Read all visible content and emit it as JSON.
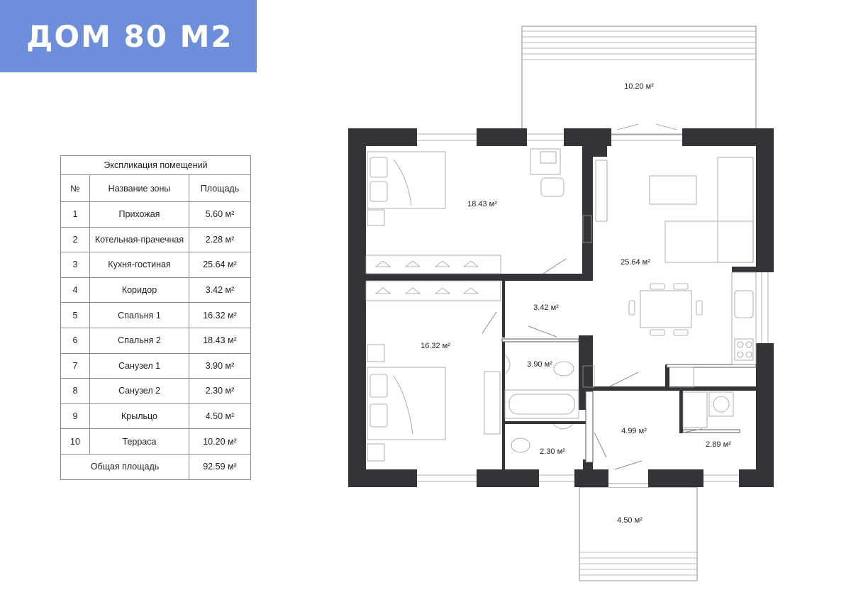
{
  "banner": {
    "title": "ДОМ 80 М2",
    "color": "#6d8fdb"
  },
  "explication": {
    "caption": "Экспликация помещений",
    "headers": {
      "num": "№",
      "name": "Название зоны",
      "area": "Площадь"
    },
    "unit": "м²",
    "rows": [
      {
        "num": "1",
        "name": "Прихожая",
        "area": "5.60"
      },
      {
        "num": "2",
        "name": "Котельная-прачечная",
        "area": "2.28"
      },
      {
        "num": "3",
        "name": "Кухня-гостиная",
        "area": "25.64"
      },
      {
        "num": "4",
        "name": "Коридор",
        "area": "3.42"
      },
      {
        "num": "5",
        "name": "Спальня 1",
        "area": "16.32"
      },
      {
        "num": "6",
        "name": "Спальня 2",
        "area": "18.43"
      },
      {
        "num": "7",
        "name": "Санузел 1",
        "area": "3.90"
      },
      {
        "num": "8",
        "name": "Санузел 2",
        "area": "2.30"
      },
      {
        "num": "9",
        "name": "Крыльцо",
        "area": "4.50"
      },
      {
        "num": "10",
        "name": "Терраса",
        "area": "10.20"
      }
    ],
    "total_label": "Общая площадь",
    "total_area": "92.59"
  },
  "plan": {
    "unit": "м²",
    "wall_color": "#333338",
    "rooms": [
      {
        "id": "terrace",
        "area": "10.20"
      },
      {
        "id": "bedroom-2",
        "area": "18.43"
      },
      {
        "id": "kitchen-living",
        "area": "25.64"
      },
      {
        "id": "corridor",
        "area": "3.42"
      },
      {
        "id": "bedroom-1",
        "area": "16.32"
      },
      {
        "id": "bathroom-1",
        "area": "3.90"
      },
      {
        "id": "bathroom-2",
        "area": "2.30"
      },
      {
        "id": "hallway",
        "area": "4.99"
      },
      {
        "id": "boiler-room",
        "area": "2.89"
      },
      {
        "id": "porch",
        "area": "4.50"
      }
    ]
  }
}
